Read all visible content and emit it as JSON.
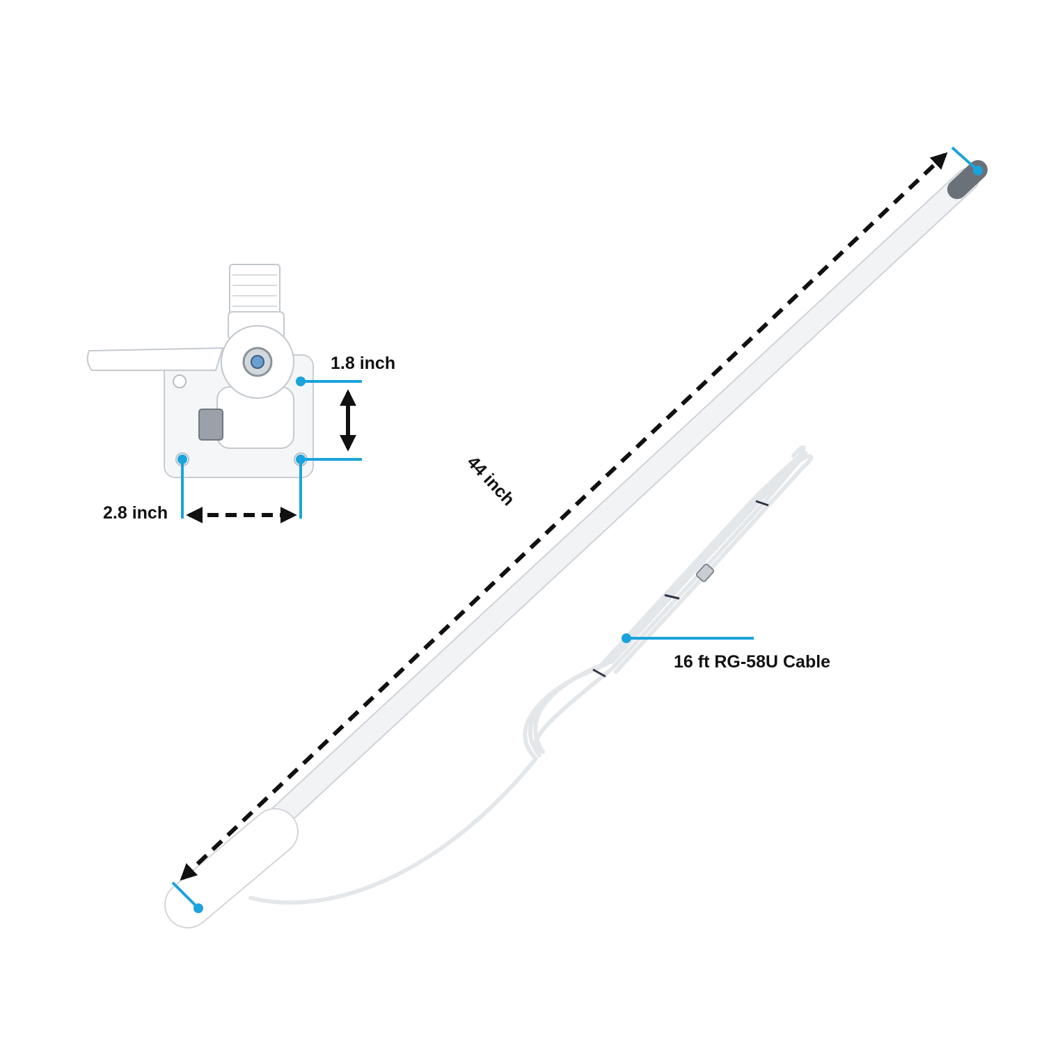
{
  "labels": {
    "bracket_height": "1.8 inch",
    "bracket_width": "2.8 inch",
    "antenna_length": "44 inch",
    "cable": "16 ft RG-58U Cable"
  },
  "colors": {
    "marker": "#1aa3dc",
    "arrow": "#111111",
    "antenna_body": "#ffffff",
    "antenna_outline": "#d6d9dd",
    "cable": "#eef0f2"
  }
}
